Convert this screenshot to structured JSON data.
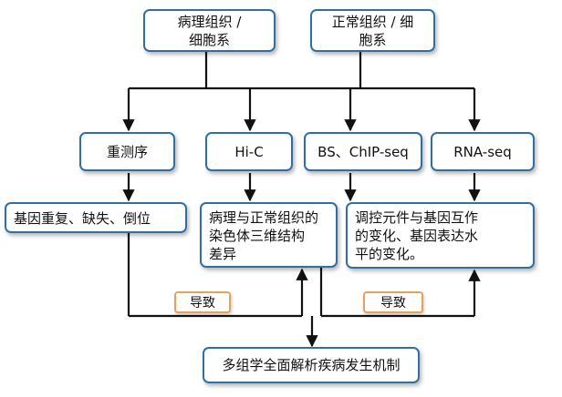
{
  "nodes": {
    "pathological_tissue": "病理组织 /\n细胞系",
    "normal_tissue": "正常组织 / 细\n胞系",
    "resequencing": "重测序",
    "hic": "Hi-C",
    "bs_chip": "BS、ChIP-seq",
    "rna_seq": "RNA-seq",
    "variations": "基因重复、缺失、倒位",
    "chromatin_diff": "病理与正常组织的\n染色体三维结构\n差异",
    "regulation_change": "调控元件与基因互作\n的变化、基因表达水\n平的变化。",
    "conclusion": "多组学全面解析疾病发生机制"
  },
  "badges": {
    "lead_to_left": "导致",
    "lead_to_right": "导致"
  },
  "colors": {
    "box_border": "#2f6fa3",
    "badge_border": "#e6a15a",
    "arrow": "#111111"
  }
}
